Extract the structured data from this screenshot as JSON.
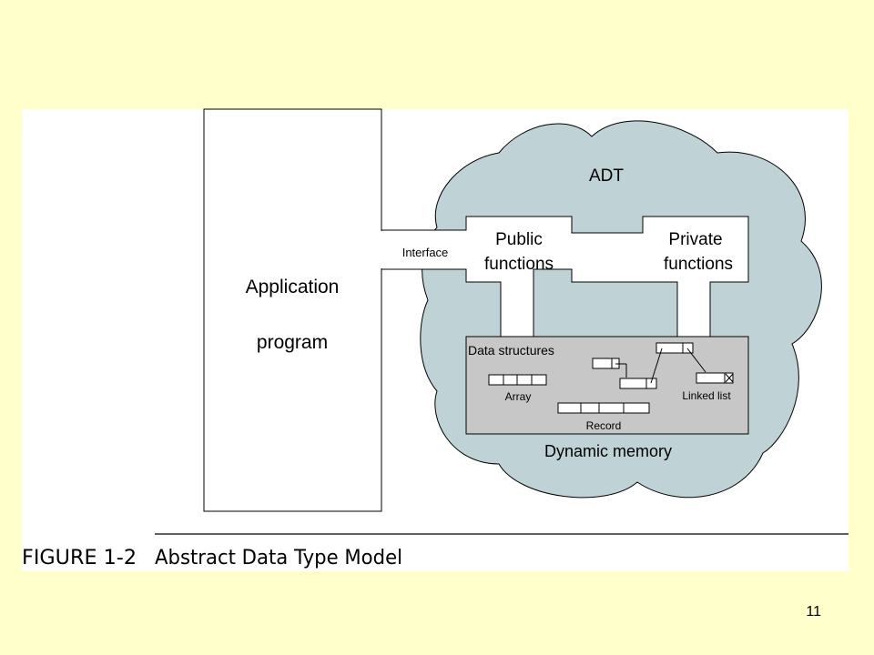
{
  "diagram": {
    "application_box": {
      "line1": "Application",
      "line2": "program"
    },
    "interface_label": "Interface",
    "adt_label": "ADT",
    "public_functions": {
      "line1": "Public",
      "line2": "functions"
    },
    "private_functions": {
      "line1": "Private",
      "line2": "functions"
    },
    "data_structures": {
      "title": "Data structures",
      "array_label": "Array",
      "record_label": "Record",
      "linked_list_label": "Linked list"
    },
    "dynamic_memory_label": "Dynamic memory"
  },
  "caption": {
    "figure_number": "FIGURE 1-2",
    "title": "Abstract Data Type Model"
  },
  "slide_number": "11",
  "colors": {
    "background": "#FFFFCC",
    "panel": "#FFFFFF",
    "cloud": "#BFD3D6",
    "data_structures_fill": "#C7C7C7",
    "stroke": "#000000"
  }
}
